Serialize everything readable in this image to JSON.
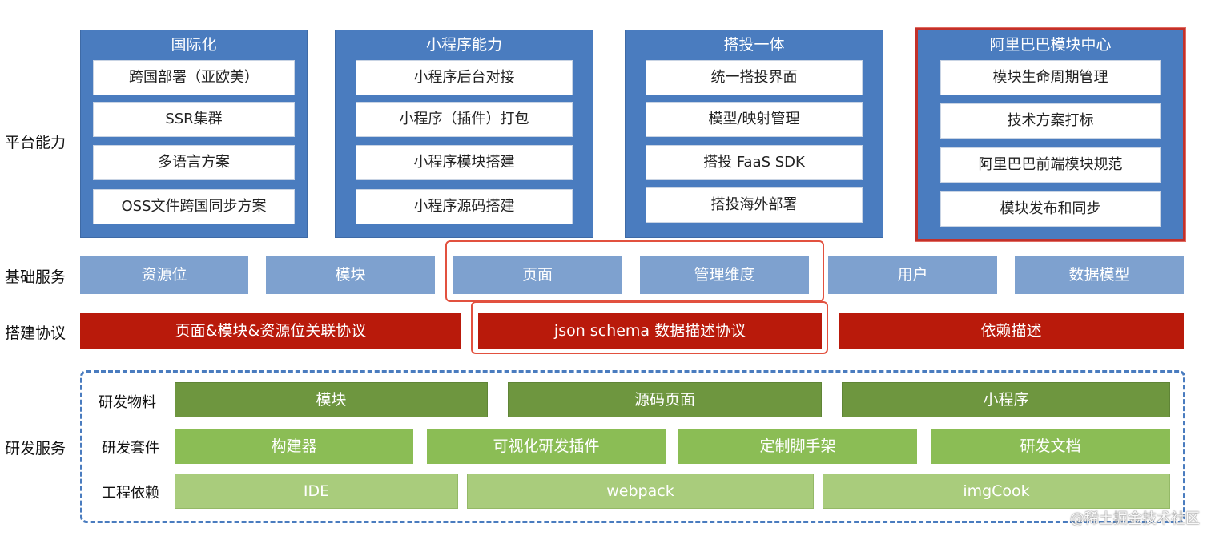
{
  "row_labels": {
    "platform": "平台能力",
    "basic": "基础服务",
    "protocol": "搭建协议",
    "dev": "研发服务"
  },
  "platform_panels": [
    {
      "title": "国际化",
      "items": [
        "跨国部署（亚欧美）",
        "SSR集群",
        "多语言方案",
        "OSS文件跨国同步方案"
      ]
    },
    {
      "title": "小程序能力",
      "items": [
        "小程序后台对接",
        "小程序（插件）打包",
        "小程序模块搭建",
        "小程序源码搭建"
      ]
    },
    {
      "title": "搭投一体",
      "items": [
        "统一搭投界面",
        "模型/映射管理",
        "搭投 FaaS SDK",
        "搭投海外部署"
      ]
    },
    {
      "title": "阿里巴巴模块中心",
      "items": [
        "模块生命周期管理",
        "技术方案打标",
        "阿里巴巴前端模块规范",
        "模块发布和同步"
      ]
    }
  ],
  "basic_services": [
    "资源位",
    "模块",
    "页面",
    "管理维度",
    "用户",
    "数据模型"
  ],
  "protocols": [
    "页面&模块&资源位关联协议",
    "json schema 数据描述协议",
    "依赖描述"
  ],
  "dev": {
    "materials": {
      "label": "研发物料",
      "items": [
        "模块",
        "源码页面",
        "小程序"
      ]
    },
    "kits": {
      "label": "研发套件",
      "items": [
        "构建器",
        "可视化研发插件",
        "定制脚手架",
        "研发文档"
      ]
    },
    "deps": {
      "label": "工程依赖",
      "items": [
        "IDE",
        "webpack",
        "imgCook"
      ]
    }
  },
  "watermark": "@稀土掘金技术社区",
  "colors": {
    "panel_blue": "#4a7cbf",
    "service_blue": "#7ea1cf",
    "protocol_red": "#b91a0b",
    "highlight_red": "#e2513f",
    "material_green": "#6e963f",
    "kit_green": "#8bbd55",
    "dep_green": "#a9cc7c"
  }
}
